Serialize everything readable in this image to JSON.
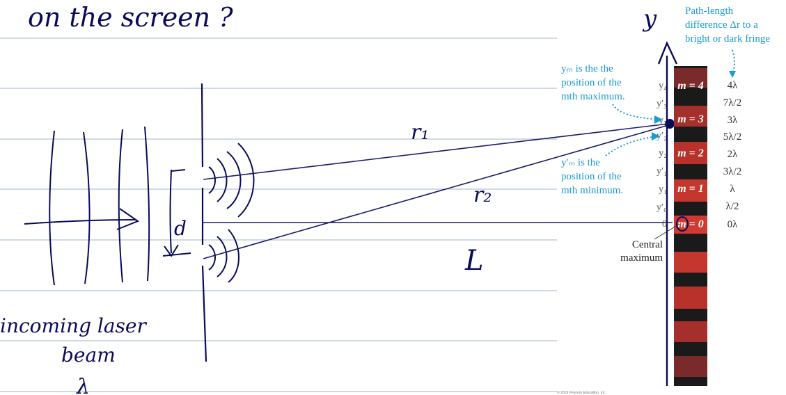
{
  "handwriting": {
    "top_note": "on the screen ?",
    "label_r1": "r₁",
    "label_r2": "r₂",
    "label_d": "d",
    "label_L": "L",
    "label_y": "y",
    "label_beam_1": "incoming laser",
    "label_beam_2": "beam",
    "label_lambda": "λ"
  },
  "figure": {
    "path_length_title_1": "Path-length",
    "path_length_title_2": "difference Δr to a",
    "path_length_title_3": "bright or dark fringe",
    "ym_note_1": "yₘ is the the",
    "ym_note_2": "position of the",
    "ym_note_3": "mth maximum.",
    "yprime_note_1": "y′ₘ is the",
    "yprime_note_2": "position of the",
    "yprime_note_3": "mth minimum.",
    "central_1": "Central",
    "central_2": "maximum",
    "copyright": "© 2019 Pearson Education, Inc.",
    "y_ticks": [
      "y₄",
      "y′₃",
      "y₃",
      "y′₂",
      "y₂",
      "y′₁",
      "y₁",
      "y′₀",
      "0"
    ],
    "orders": [
      "m = 4",
      "m = 3",
      "m = 2",
      "m = 1",
      "m = 0"
    ],
    "path_diffs": [
      "4λ",
      "7λ/2",
      "3λ",
      "5λ/2",
      "2λ",
      "3λ/2",
      "λ",
      "λ/2",
      "0λ"
    ]
  },
  "colors": {
    "ink": "#0a0a5a",
    "rule_line": "#9fb4c8",
    "annotation_cyan": "#1b9bd0",
    "fringe_red": "#b8312a",
    "fringe_dark": "#1a1a1a"
  }
}
